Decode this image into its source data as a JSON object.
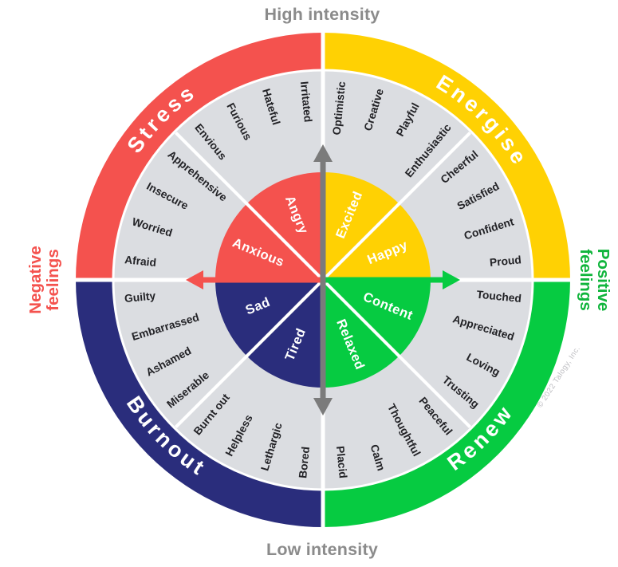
{
  "page": {
    "background": "#ffffff"
  },
  "axis": {
    "top": "High intensity",
    "bottom": "Low intensity",
    "intensity_color": "#8b8b8b",
    "left": {
      "text": "Negative feelings",
      "color": "#f4524e"
    },
    "right": {
      "text": "Positive feelings",
      "color": "#10b53c"
    }
  },
  "copyright": {
    "text": "© 2022 Talogy, Inc.",
    "color": "#bcbcc0"
  },
  "wheel": {
    "ring_bg": "#dbdde1",
    "divider_color": "#ffffff",
    "arrow_gray": "#7b7b7b",
    "emotion_label_color": "#232327",
    "quadrant_label_color": "#ffffff",
    "quadrants": [
      {
        "id": "energise",
        "label": "Energise",
        "color": "#ffd103",
        "core": [
          "Happy",
          "Excited"
        ],
        "ring": [
          [
            "Proud",
            "Confident",
            "Satisfied",
            "Cheerful"
          ],
          [
            "Enthusiastic",
            "Playful",
            "Creative",
            "Optimistic"
          ]
        ]
      },
      {
        "id": "stress",
        "label": "Stress",
        "color": "#f4524e",
        "core": [
          "Angry",
          "Anxious"
        ],
        "ring": [
          [
            "Irritated",
            "Hateful",
            "Furious",
            "Envious"
          ],
          [
            "Apprehensive",
            "Insecure",
            "Worried",
            "Afraid"
          ]
        ]
      },
      {
        "id": "burnout",
        "label": "Burnout",
        "color": "#2a2d7c",
        "core": [
          "Sad",
          "Tired"
        ],
        "ring": [
          [
            "Guilty",
            "Embarrassed",
            "Ashamed",
            "Miserable"
          ],
          [
            "Burnt out",
            "Helpless",
            "Lethargic",
            "Bored"
          ]
        ]
      },
      {
        "id": "renew",
        "label": "Renew",
        "color": "#06cb41",
        "core": [
          "Relaxed",
          "Content"
        ],
        "ring": [
          [
            "Placid",
            "Calm",
            "Thoughtful",
            "Peaceful"
          ],
          [
            "Trusting",
            "Loving",
            "Appreciated",
            "Touched"
          ]
        ]
      }
    ]
  }
}
